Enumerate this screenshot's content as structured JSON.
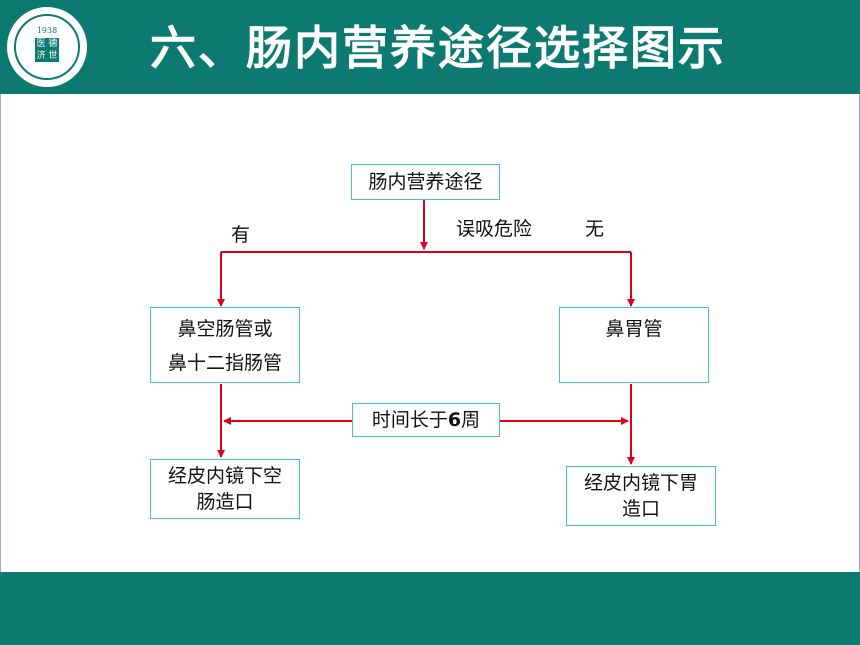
{
  "header": {
    "title": "六、肠内营养途径选择图示",
    "logo": {
      "year": "1938",
      "seal": "医 德 济 世"
    }
  },
  "diagram": {
    "root": "肠内营养途径",
    "risk_label": "误吸危险",
    "yes_label": "有",
    "no_label": "无",
    "left_node_line1": "鼻空肠管或",
    "left_node_line2": "鼻十二指肠管",
    "right_node": "鼻胃管",
    "time_label_prefix": "时间长于",
    "time_label_number": "6",
    "time_label_suffix": "周",
    "left_bottom_line1": "经皮内镜下空",
    "left_bottom_line2": "肠造口",
    "right_bottom_line1": "经皮内镜下胃",
    "right_bottom_line2": "造口"
  },
  "colors": {
    "teal": "#0d7a72",
    "arrow": "#e0001b",
    "box_border": "#45c3cc"
  }
}
